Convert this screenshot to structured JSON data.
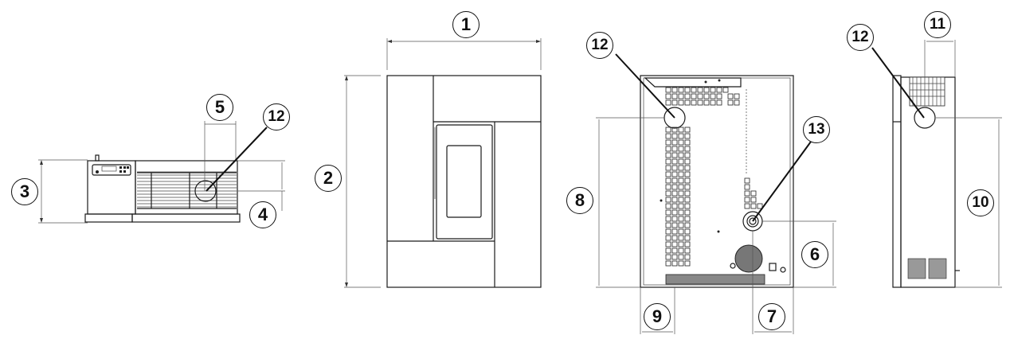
{
  "figure": {
    "title": "Pellet stove dimensional drawing",
    "views": [
      "top-view",
      "front-view",
      "rear-view",
      "side-view"
    ],
    "line_color": "#1a1a1a",
    "background": "#ffffff"
  },
  "callouts": [
    {
      "id": "1",
      "label": "1",
      "meaning": "overall width (front)"
    },
    {
      "id": "2",
      "label": "2",
      "meaning": "overall height (front)"
    },
    {
      "id": "3",
      "label": "3",
      "meaning": "overall depth (top)"
    },
    {
      "id": "4",
      "label": "4",
      "meaning": "flue outlet offset (top)"
    },
    {
      "id": "5",
      "label": "5",
      "meaning": "flue outlet lateral offset (top)"
    },
    {
      "id": "6",
      "label": "6",
      "meaning": "flue outlet height (rear)"
    },
    {
      "id": "7",
      "label": "7",
      "meaning": "flue outlet side offset (rear)"
    },
    {
      "id": "8",
      "label": "8",
      "meaning": "air outlet height (rear)"
    },
    {
      "id": "9",
      "label": "9",
      "meaning": "air outlet side offset (rear)"
    },
    {
      "id": "10",
      "label": "10",
      "meaning": "air outlet height (side)"
    },
    {
      "id": "11",
      "label": "11",
      "meaning": "grille depth (side)"
    },
    {
      "id": "12",
      "label": "12",
      "meaning": "air outlet"
    },
    {
      "id": "13",
      "label": "13",
      "meaning": "flue outlet"
    }
  ],
  "labels": {
    "c1": "1",
    "c2": "2",
    "c3": "3",
    "c4": "4",
    "c5": "5",
    "c6": "6",
    "c7": "7",
    "c8": "8",
    "c9": "9",
    "c10": "10",
    "c11": "11",
    "c12a": "12",
    "c12b": "12",
    "c12c": "12",
    "c13": "13"
  }
}
